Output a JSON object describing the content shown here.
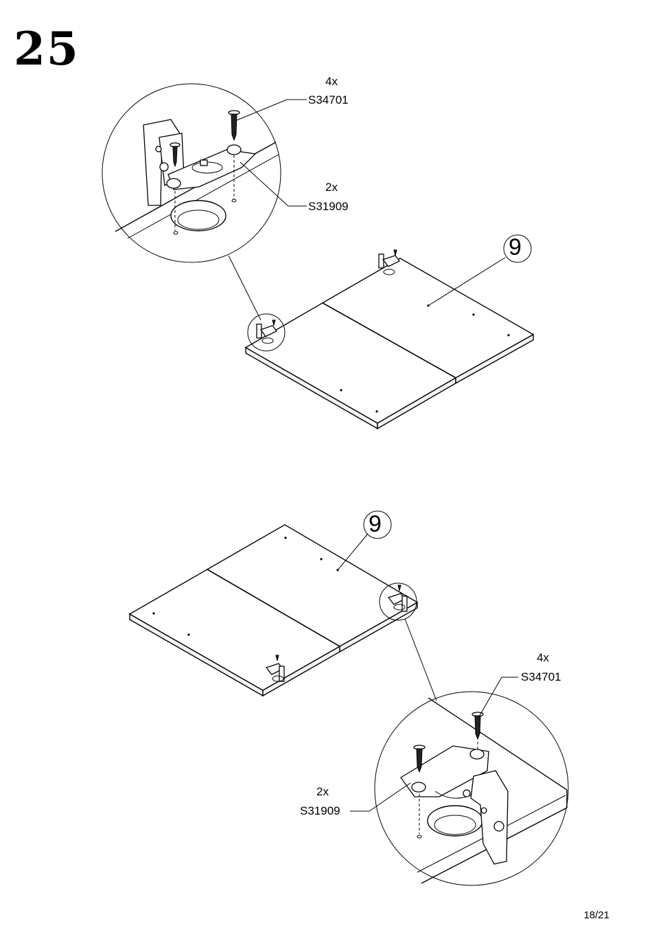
{
  "step": {
    "number": "25"
  },
  "top_view": {
    "screw": {
      "qty": "4x",
      "code": "S34701"
    },
    "hinge": {
      "qty": "2x",
      "code": "S31909"
    },
    "panel_callout": "9"
  },
  "bottom_view": {
    "screw": {
      "qty": "4x",
      "code": "S34701"
    },
    "hinge": {
      "qty": "2x",
      "code": "S31909"
    },
    "panel_callout": "9"
  },
  "page": {
    "number": "18/21"
  },
  "icons": [
    "screw-icon",
    "hinge-icon",
    "drill-hole-icon",
    "panel-icon",
    "detail-magnifier-icon"
  ]
}
